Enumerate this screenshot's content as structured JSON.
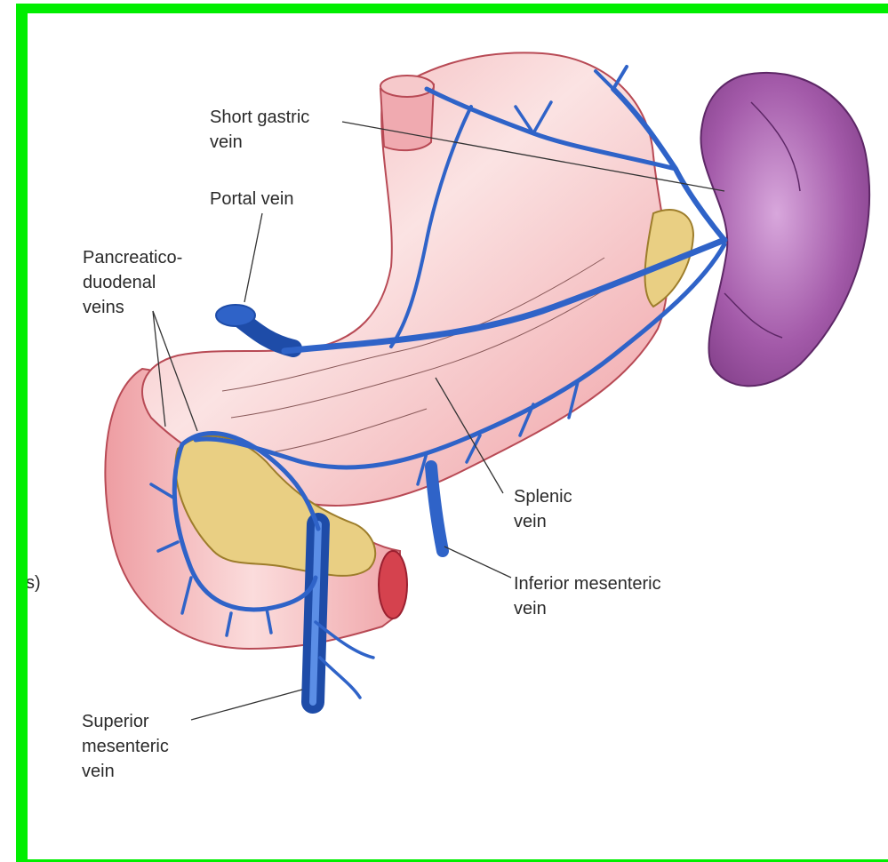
{
  "labels": {
    "short_gastric_vein": "Short gastric\nvein",
    "portal_vein": "Portal vein",
    "pancreaticoduodenal_veins": "Pancreatico-\nduodenal\nveins",
    "splenic_vein": "Splenic\nvein",
    "inferior_mesenteric_vein": "Inferior mesenteric\nvein",
    "superior_mesenteric_vein": "Superior\nmesenteric\nvein",
    "clipped_fragment": "s)"
  },
  "colors": {
    "frame_border": "#00ee00",
    "vein_blue": "#2f63c8",
    "stomach_pink": "#f5c2c4",
    "spleen_purple": "#9a4a9f",
    "pancreas_yellow": "#e8cf82",
    "leader_line": "#333333"
  }
}
